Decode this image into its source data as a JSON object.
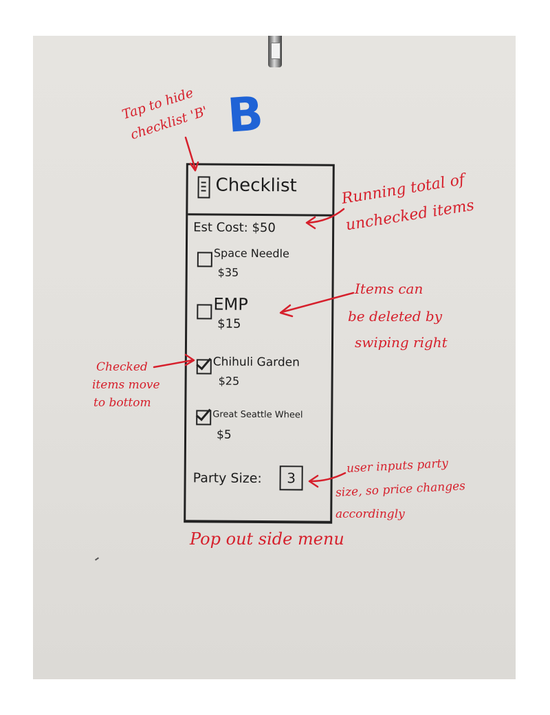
{
  "sketch_label": "B",
  "phone": {
    "title": "Checklist",
    "est_cost": "Est Cost: $50",
    "items": [
      {
        "name": "Space Needle",
        "price": "$35",
        "checked": false
      },
      {
        "name": "EMP",
        "price": "$15",
        "checked": false
      },
      {
        "name": "Chihuli Garden",
        "price": "$25",
        "checked": true
      },
      {
        "name": "Great Seattle Wheel",
        "price": "$5",
        "checked": true
      }
    ],
    "party_size_label": "Party Size:",
    "party_size_value": "3"
  },
  "annotations": {
    "tap_to_hide_line1": "Tap to hide",
    "tap_to_hide_line2": "checklist 'B'",
    "running_total_line1": "Running total of",
    "running_total_line2": "unchecked items",
    "items_deleted_line1": "Items can",
    "items_deleted_line2": "be deleted by",
    "items_deleted_line3": "swiping right",
    "checked_move_line1": "Checked",
    "checked_move_line2": "items move",
    "checked_move_line3": "to bottom",
    "party_size_line1": "user inputs party",
    "party_size_line2": "size, so price changes",
    "party_size_line3": "accordingly",
    "pop_out": "Pop out side menu"
  },
  "colors": {
    "annotation_red": "#d6202c",
    "marker_black": "#1c1c1c",
    "marker_blue": "#1f63d6",
    "whiteboard": "#e3e1dd"
  }
}
